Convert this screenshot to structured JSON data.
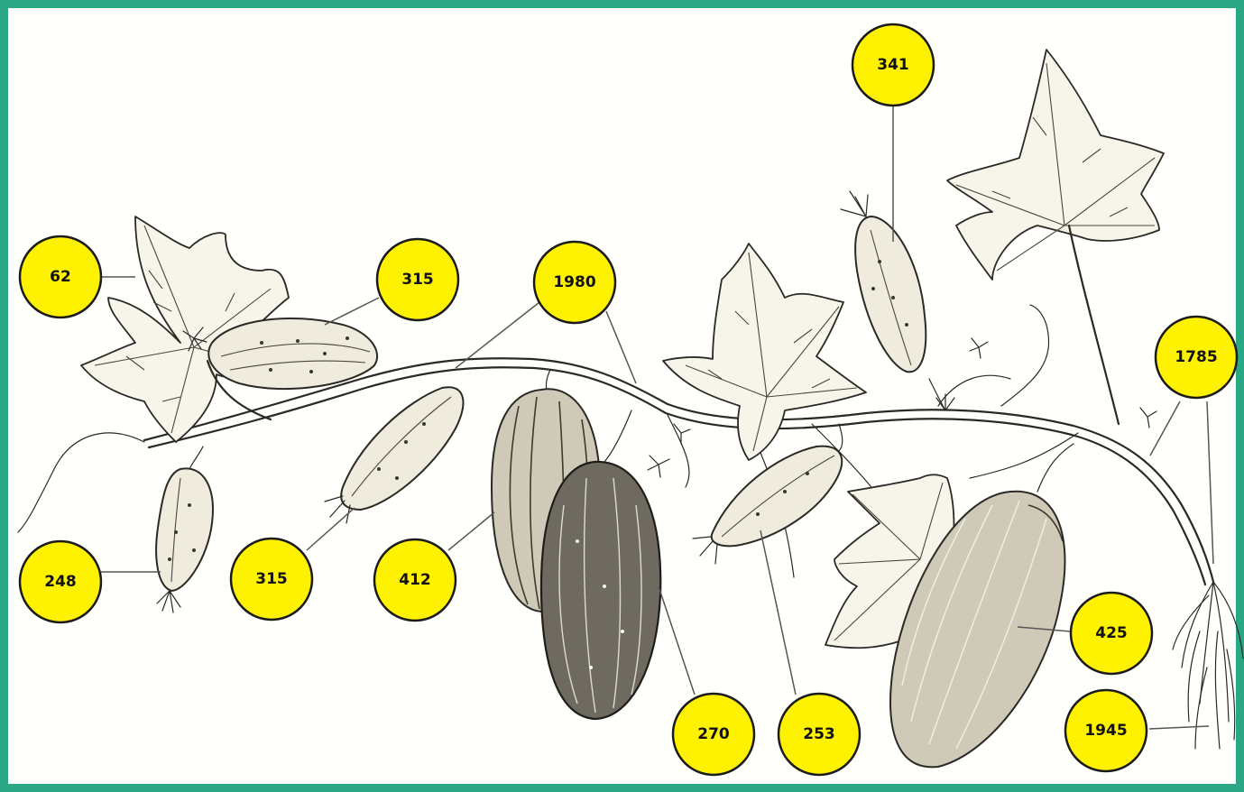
{
  "labels": [
    {
      "id": "62",
      "text": "62"
    },
    {
      "id": "315a",
      "text": "315"
    },
    {
      "id": "1980",
      "text": "1980"
    },
    {
      "id": "341",
      "text": "341"
    },
    {
      "id": "1785",
      "text": "1785"
    },
    {
      "id": "248",
      "text": "248"
    },
    {
      "id": "315b",
      "text": "315"
    },
    {
      "id": "412",
      "text": "412"
    },
    {
      "id": "270",
      "text": "270"
    },
    {
      "id": "253",
      "text": "253"
    },
    {
      "id": "425",
      "text": "425"
    },
    {
      "id": "1945",
      "text": "1945"
    }
  ],
  "colors": {
    "frame": "#2aa783",
    "badge": "#fff200",
    "ink": "#2b2925"
  }
}
